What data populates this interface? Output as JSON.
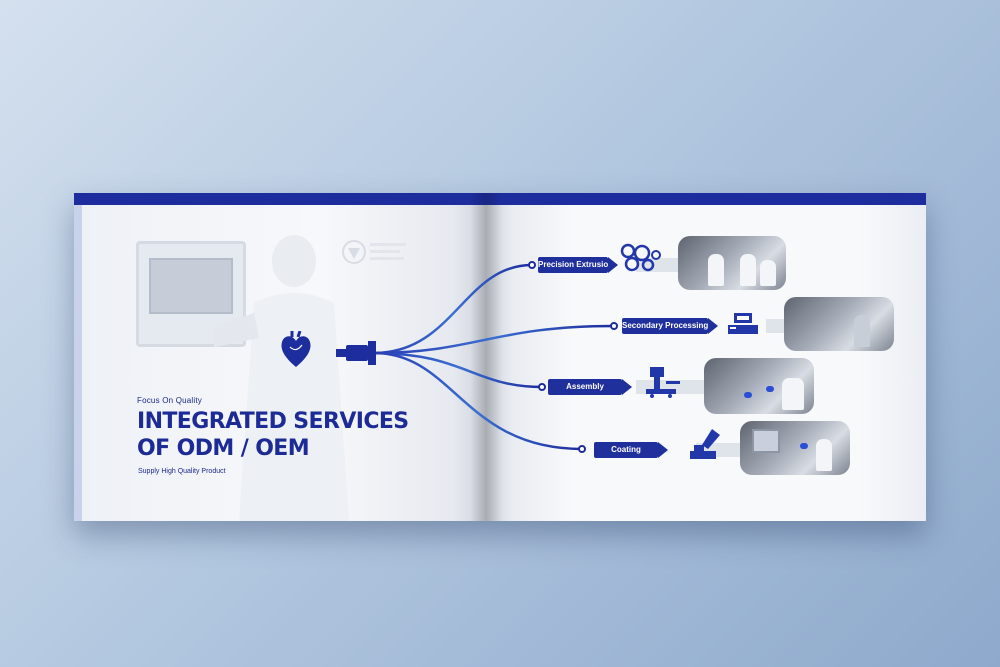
{
  "brochure": {
    "tagline": "Focus On Quality",
    "title_line1": "INTEGRATED SERVICES",
    "title_line2": "OF ODM / OEM",
    "subtitle": "Supply High Quality Product"
  },
  "services": [
    {
      "label": "Precision Extrusion",
      "icon": "extrusion-rings-icon"
    },
    {
      "label": "Secondary Processing",
      "icon": "processing-machine-icon"
    },
    {
      "label": "Assembly",
      "icon": "assembly-press-icon"
    },
    {
      "label": "Coating",
      "icon": "coating-brush-icon"
    }
  ],
  "colors": {
    "brand_blue": "#1d2b96",
    "background": "#b3c8e0"
  }
}
